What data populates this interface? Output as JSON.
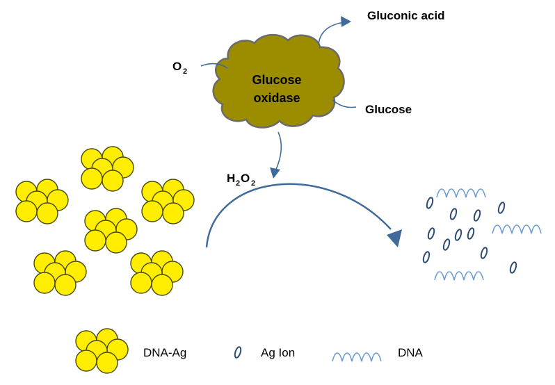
{
  "enzyme": {
    "line1": "Glucose",
    "line2": "oxidase",
    "fill_color": "#9c8c00",
    "outline_color": "#6b6b6b"
  },
  "labels": {
    "gluconic_acid": "Gluconic acid",
    "o2_main": "O",
    "o2_sub": "2",
    "glucose": "Glucose",
    "h2o2_h": "H",
    "h2o2_sub1": "2",
    "h2o2_o": "O",
    "h2o2_sub2": "2"
  },
  "legend": {
    "cluster_label": "DNA-Ag",
    "ion_label": "Ag Ion",
    "dna_label": "DNA"
  },
  "colors": {
    "nanoparticle_fill": "#ffee00",
    "nanoparticle_stroke": "#4a4a00",
    "arrow": "#3f6a9a",
    "ion": "#2e4b72",
    "dna": "#6a9bd0"
  }
}
